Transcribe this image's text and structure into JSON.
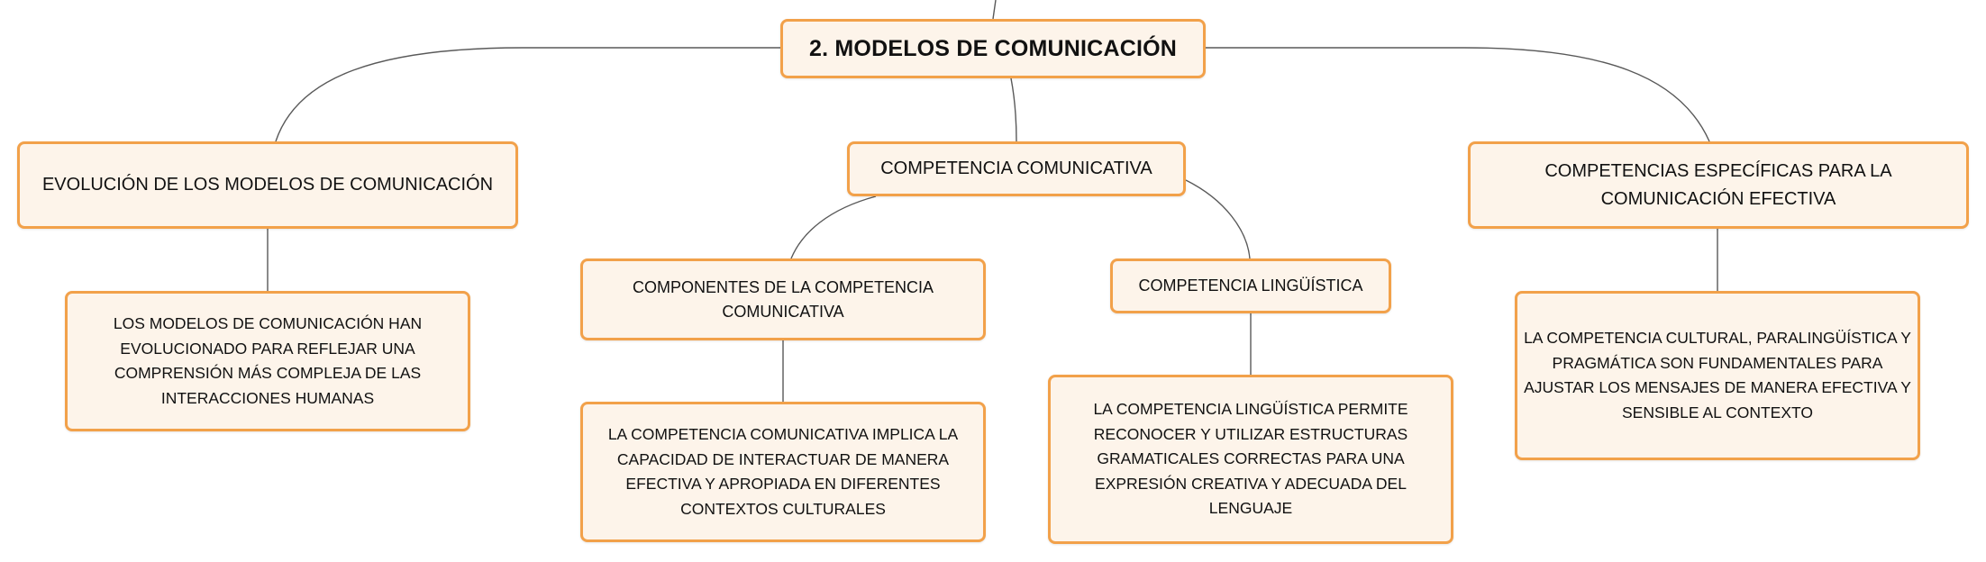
{
  "map": {
    "central": "2. MODELOS DE COMUNICACIÓN",
    "topics": {
      "evolution": "EVOLUCIÓN DE LOS MODELOS DE COMUNICACIÓN",
      "competence": "COMPETENCIA COMUNICATIVA",
      "specific": "COMPETENCIAS ESPECÍFICAS PARA LA COMUNICACIÓN EFECTIVA"
    },
    "subtopics": {
      "components": "COMPONENTES DE LA COMPETENCIA COMUNICATIVA",
      "linguistic": "COMPETENCIA LINGÜÍSTICA"
    },
    "details": {
      "evolution": "LOS MODELOS DE COMUNICACIÓN HAN EVOLUCIONADO PARA REFLEJAR UNA COMPRENSIÓN MÁS COMPLEJA DE LAS INTERACCIONES HUMANAS",
      "communicative": "LA COMPETENCIA COMUNICATIVA IMPLICA LA CAPACIDAD DE INTERACTUAR DE MANERA EFECTIVA Y APROPIADA EN DIFERENTES CONTEXTOS CULTURALES",
      "linguistic": "LA COMPETENCIA LINGÜÍSTICA PERMITE RECONOCER Y UTILIZAR ESTRUCTURAS GRAMATICALES CORRECTAS PARA UNA EXPRESIÓN CREATIVA Y ADECUADA DEL LENGUAJE",
      "specific": "LA COMPETENCIA CULTURAL, PARALINGÜÍSTICA Y PRAGMÁTICA SON FUNDAMENTALES PARA AJUSTAR LOS MENSAJES DE MANERA EFECTIVA Y SENSIBLE AL CONTEXTO"
    }
  },
  "colors": {
    "node_border": "#f2a14a",
    "node_fill": "#fdf4ea",
    "connector": "#595959",
    "text": "#111111"
  }
}
